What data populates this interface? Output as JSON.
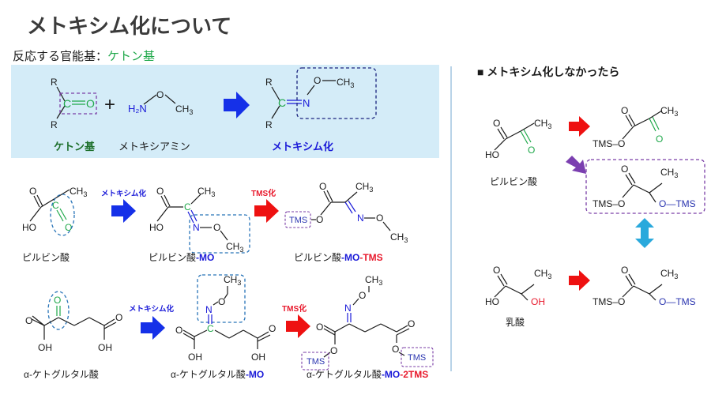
{
  "title": "メトキシム化について",
  "subtitle_prefix": "反応する官能基：",
  "subtitle_group": "ケトン基",
  "right_heading": "■ メトキシム化しなかったら",
  "labels": {
    "ketone_group": "ケトン基",
    "methoxyamine": "メトキシアミン",
    "methoximation": "メトキシム化",
    "arrow_mo": "メトキシム化",
    "arrow_tms": "TMS化",
    "pyruvic": "ピルビン酸",
    "pyruvic_mo_prefix": "ピルビン酸",
    "mo_suffix": "-MO",
    "tms_suffix": "-TMS",
    "two_tms_suffix": "-2TMS",
    "akg": "α-ケトグルタル酸",
    "akg_mo_prefix": "α-ケトグルタル酸",
    "lactic": "乳酸"
  },
  "atoms": {
    "R": "R",
    "C": "C",
    "O": "O",
    "N": "N",
    "H2N": "H₂N",
    "CH3": "CH",
    "sub3": "3",
    "HO": "HO",
    "OH": "OH",
    "TMS": "TMS",
    "TMS_O": "TMS–O",
    "O_TMS": "O—TMS",
    "plus": "+"
  },
  "colors": {
    "title": "#3b3b3b",
    "green": "#1fa84a",
    "dark_green": "#1d6f2b",
    "blue": "#1a1ad8",
    "red_arrow": "#ee1111",
    "blue_arrow": "#1530e8",
    "purple_arrow": "#7b3fb0",
    "cyan_arrow": "#2aa9dc",
    "purple_box": "#7a3ea6",
    "navy_box": "#1a237e",
    "dashed_blue": "#2874b8",
    "panel_bg": "#d4ecf8",
    "tms_blue": "#2b36b0",
    "red_text": "#e8192c",
    "divider": "#8ab6d8"
  }
}
